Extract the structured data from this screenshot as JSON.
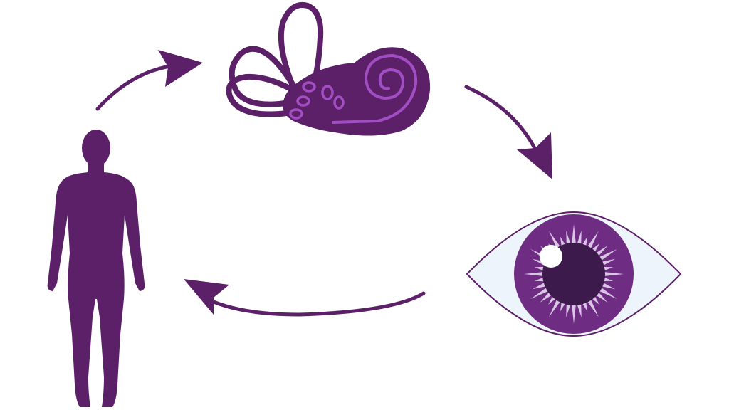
{
  "diagram": {
    "nodes": [
      {
        "id": "body",
        "icon": "human-body-icon"
      },
      {
        "id": "inner-ear",
        "icon": "inner-ear-icon"
      },
      {
        "id": "eye",
        "icon": "eye-icon"
      }
    ],
    "cycle": [
      "body",
      "inner-ear",
      "eye",
      "body"
    ]
  },
  "colors": {
    "primary": "#5B2068",
    "cochlea_highlight": "#A34DC4",
    "eye_white": "#EEF4FB",
    "iris": "#6E2C83",
    "pupil": "#3D1A4C",
    "iris_rays": "#D8C6E4",
    "background": "#FFFFFF"
  }
}
